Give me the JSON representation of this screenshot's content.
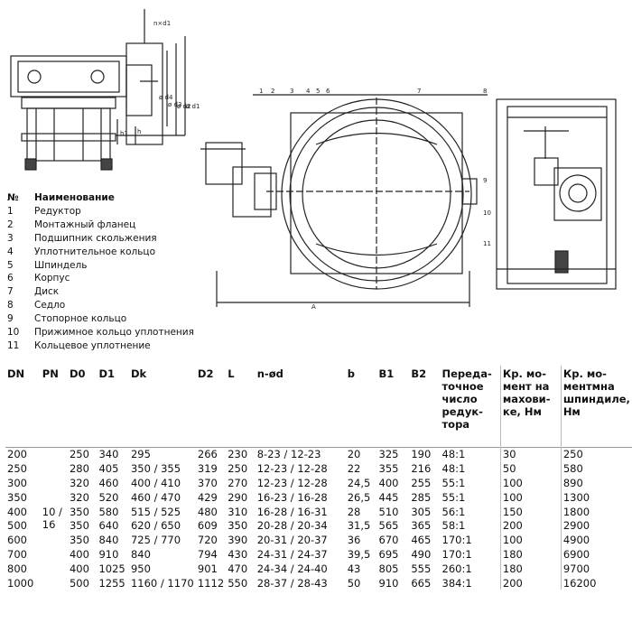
{
  "drawing": {
    "dim_labels": [
      "n×d1",
      "ø d1",
      "ø d2",
      "ø d3",
      "ø d4",
      "h",
      "h1",
      "A"
    ],
    "callouts": [
      "1",
      "2",
      "3",
      "4",
      "5",
      "6",
      "7",
      "8",
      "9",
      "10",
      "11"
    ]
  },
  "legend": {
    "header_num": "№",
    "header_name": "Наименование",
    "items": [
      {
        "num": "1",
        "name": "Редуктор"
      },
      {
        "num": "2",
        "name": "Монтажный фланец"
      },
      {
        "num": "3",
        "name": "Подшипник скольжения"
      },
      {
        "num": "4",
        "name": "Уплотнительное кольцо"
      },
      {
        "num": "5",
        "name": "Шпиндель"
      },
      {
        "num": "6",
        "name": "Корпус"
      },
      {
        "num": "7",
        "name": "Диск"
      },
      {
        "num": "8",
        "name": "Седло"
      },
      {
        "num": "9",
        "name": "Стопорное кольцо"
      },
      {
        "num": "10",
        "name": "Прижимное кольцо уплотнения"
      },
      {
        "num": "11",
        "name": "Кольцевое уплотнение"
      }
    ]
  },
  "table": {
    "headers": [
      "DN",
      "PN",
      "D0",
      "D1",
      "Dk",
      "D2",
      "L",
      "n-ød",
      "b",
      "B1",
      "B2",
      "Переда-точное число редук-тора",
      "Кр. мо-мент на махови-ке, Нм",
      "Кр. мо-ментмна шпиндиле, Нм"
    ],
    "pn_value": "10 / 16",
    "rows": [
      [
        "200",
        "",
        "250",
        "340",
        "295",
        "266",
        "230",
        "8-23 / 12-23",
        "20",
        "325",
        "190",
        "48:1",
        "30",
        "250"
      ],
      [
        "250",
        "",
        "280",
        "405",
        "350 / 355",
        "319",
        "250",
        "12-23 / 12-28",
        "22",
        "355",
        "216",
        "48:1",
        "50",
        "580"
      ],
      [
        "300",
        "",
        "320",
        "460",
        "400 / 410",
        "370",
        "270",
        "12-23 / 12-28",
        "24,5",
        "400",
        "255",
        "55:1",
        "100",
        "890"
      ],
      [
        "350",
        "",
        "320",
        "520",
        "460 / 470",
        "429",
        "290",
        "16-23 / 16-28",
        "26,5",
        "445",
        "285",
        "55:1",
        "100",
        "1300"
      ],
      [
        "400",
        "",
        "350",
        "580",
        "515 / 525",
        "480",
        "310",
        "16-28 / 16-31",
        "28",
        "510",
        "305",
        "56:1",
        "150",
        "1800"
      ],
      [
        "500",
        "",
        "350",
        "640",
        "620 / 650",
        "609",
        "350",
        "20-28 / 20-34",
        "31,5",
        "565",
        "365",
        "58:1",
        "200",
        "2900"
      ],
      [
        "600",
        "",
        "350",
        "840",
        "725 / 770",
        "720",
        "390",
        "20-31 / 20-37",
        "36",
        "670",
        "465",
        "170:1",
        "100",
        "4900"
      ],
      [
        "700",
        "",
        "400",
        "910",
        "840",
        "794",
        "430",
        "24-31 / 24-37",
        "39,5",
        "695",
        "490",
        "170:1",
        "180",
        "6900"
      ],
      [
        "800",
        "",
        "400",
        "1025",
        "950",
        "901",
        "470",
        "24-34 / 24-40",
        "43",
        "805",
        "555",
        "260:1",
        "180",
        "9700"
      ],
      [
        "1000",
        "",
        "500",
        "1255",
        "1160 / 1170",
        "1112",
        "550",
        "28-37 / 28-43",
        "50",
        "910",
        "665",
        "384:1",
        "200",
        "16200"
      ]
    ]
  }
}
